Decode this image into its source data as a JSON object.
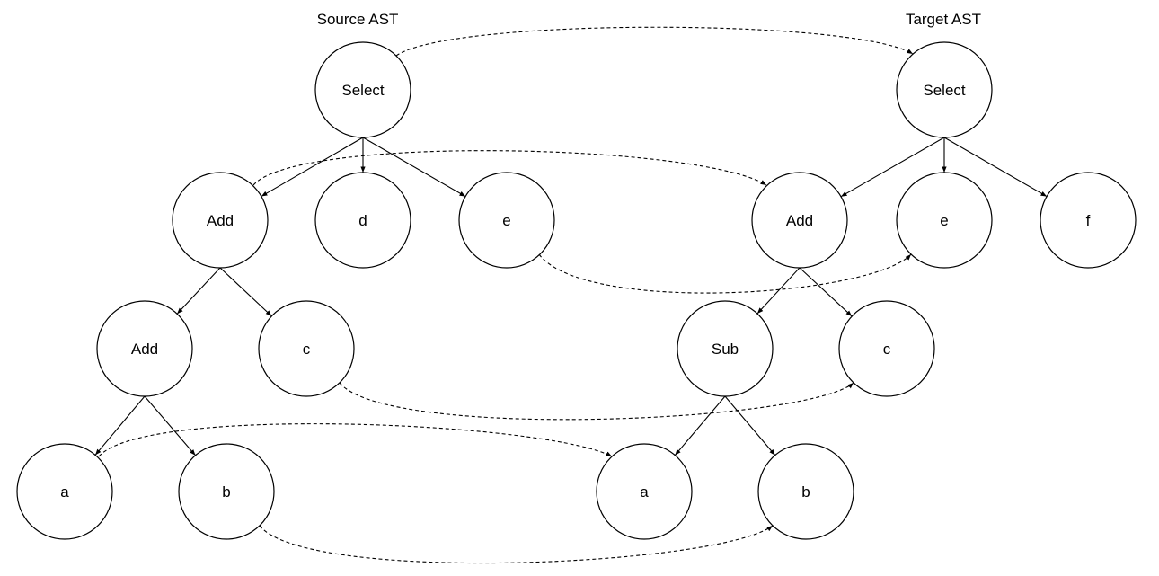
{
  "titles": {
    "source": "Source AST",
    "target": "Target AST"
  },
  "nodes": [
    {
      "id": "s_select",
      "label": "Select"
    },
    {
      "id": "s_add1",
      "label": "Add"
    },
    {
      "id": "s_d",
      "label": "d"
    },
    {
      "id": "s_e",
      "label": "e"
    },
    {
      "id": "s_add2",
      "label": "Add"
    },
    {
      "id": "s_c",
      "label": "c"
    },
    {
      "id": "s_a",
      "label": "a"
    },
    {
      "id": "s_b",
      "label": "b"
    },
    {
      "id": "t_select",
      "label": "Select"
    },
    {
      "id": "t_add",
      "label": "Add"
    },
    {
      "id": "t_e",
      "label": "e"
    },
    {
      "id": "t_f",
      "label": "f"
    },
    {
      "id": "t_sub",
      "label": "Sub"
    },
    {
      "id": "t_c",
      "label": "c"
    },
    {
      "id": "t_a",
      "label": "a"
    },
    {
      "id": "t_b",
      "label": "b"
    }
  ],
  "edges": [
    [
      "s_select",
      "s_add1"
    ],
    [
      "s_select",
      "s_d"
    ],
    [
      "s_select",
      "s_e"
    ],
    [
      "s_add1",
      "s_add2"
    ],
    [
      "s_add1",
      "s_c"
    ],
    [
      "s_add2",
      "s_a"
    ],
    [
      "s_add2",
      "s_b"
    ],
    [
      "t_select",
      "t_add"
    ],
    [
      "t_select",
      "t_e"
    ],
    [
      "t_select",
      "t_f"
    ],
    [
      "t_add",
      "t_sub"
    ],
    [
      "t_add",
      "t_c"
    ],
    [
      "t_sub",
      "t_a"
    ],
    [
      "t_sub",
      "t_b"
    ]
  ],
  "mappings": [
    [
      "s_select",
      "t_select"
    ],
    [
      "s_add1",
      "t_add"
    ],
    [
      "s_e",
      "t_e"
    ],
    [
      "s_c",
      "t_c"
    ],
    [
      "s_a",
      "t_a"
    ],
    [
      "s_b",
      "t_b"
    ]
  ]
}
